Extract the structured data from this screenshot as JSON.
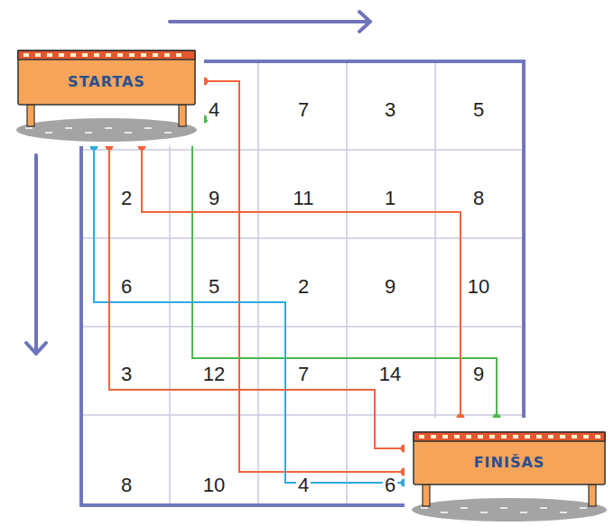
{
  "diagram": {
    "nodes": [
      {
        "text": [
          "STARTAS"
        ]
      },
      {
        "text": [
          "FINIŠAS"
        ]
      }
    ],
    "edges": [
      {
        "from": 0,
        "to": 1,
        "arrow": "none"
      },
      {
        "from": 0,
        "to": 1,
        "arrow": "none"
      },
      {
        "from": 0,
        "to": 1,
        "arrow": "none"
      },
      {
        "from": 0,
        "to": 1,
        "arrow": "none"
      },
      {
        "from": 0,
        "to": 1,
        "arrow": "none"
      }
    ],
    "labels": [
      "4",
      "7",
      "3",
      "5",
      "2",
      "9",
      "11",
      "1",
      "8",
      "6",
      "5",
      "2",
      "9",
      "10",
      "3",
      "12",
      "7",
      "14",
      "9",
      "8",
      "10",
      "4",
      "6"
    ]
  }
}
